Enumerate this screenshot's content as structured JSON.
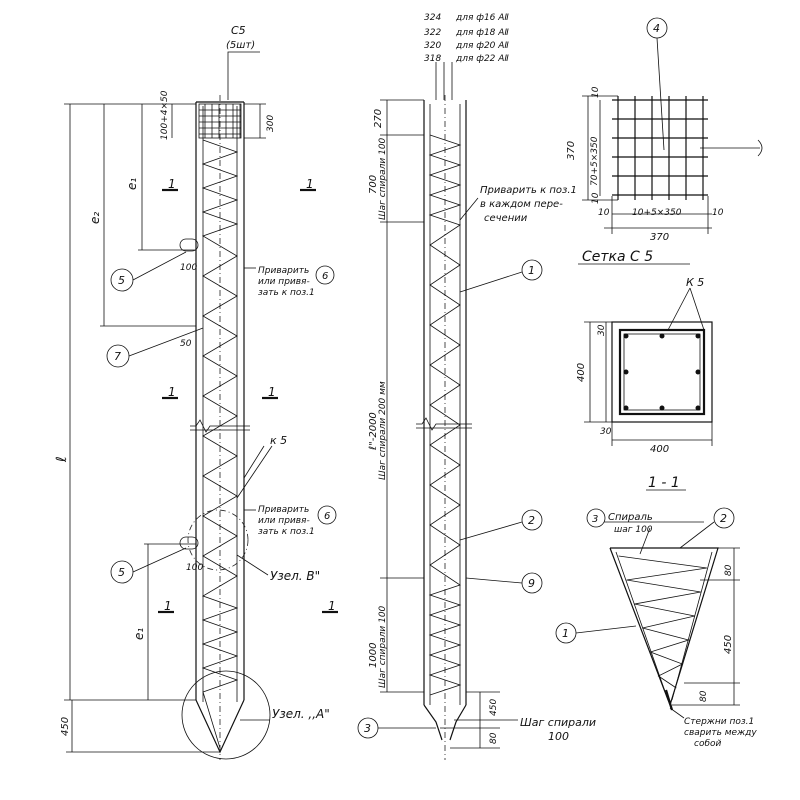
{
  "pile_left": {
    "top_label_c5": "C5",
    "top_label_qty": "(5шт)",
    "dim_top_mesh": "100+4×50",
    "dim_300": "300",
    "dim_l": "ℓ",
    "dim_e1_upper": "e₁",
    "dim_e2": "e₂",
    "dim_e1_lower": "e₁",
    "dim_450": "450",
    "dim_100_upper": "100",
    "dim_50": "50",
    "dim_100_lower": "100",
    "section_mark": "1",
    "weld_note_1": "Приварить",
    "weld_note_2": "или привя-",
    "weld_note_3": "зать к поз.1",
    "weld_note_b1": "Приварить",
    "weld_note_b2": "или привя-",
    "weld_note_b3": "зать к поз.1",
    "k5_label": "к 5",
    "node_b": "Узел. В\"",
    "node_a": "Узел. ,,А\"",
    "pos_5": "5",
    "pos_6": "6",
    "pos_7": "7"
  },
  "pile_mid": {
    "rebar_1": "324",
    "rebar_1_note": "для ф16 АⅡ",
    "rebar_2": "322",
    "rebar_2_note": "для ф18 АⅡ",
    "rebar_3": "320",
    "rebar_3_note": "для ф20 АⅡ",
    "rebar_4": "318",
    "rebar_4_note": "для ф22 АⅡ",
    "dim_270": "270",
    "dim_700": "700",
    "dim_700_note": "Шаг спирали 100",
    "dim_l2000": "ℓ\"-2000",
    "dim_l2000_note": "Шаг спирали 200 мм",
    "dim_1000": "1000",
    "dim_1000_note": "Шаг спирали 100",
    "dim_450": "450",
    "dim_80": "80",
    "weld_note_1": "Приварить к поз.1",
    "weld_note_2": "в каждом пере-",
    "weld_note_3": "сечении",
    "spiral_note_1": "Шаг спирали",
    "spiral_note_2": "100",
    "pos_1": "1",
    "pos_2": "2",
    "pos_9": "9",
    "pos_3": "3"
  },
  "mesh": {
    "pos_4": "4",
    "dim_370_v": "370",
    "dim_7x5": "70+5×350",
    "dim_10_top": "10",
    "dim_10_bot": "10",
    "dim_10_l": "10",
    "dim_10x5": "10+5×350",
    "dim_10_r": "10",
    "dim_370_h": "370",
    "title": "Сетка С 5"
  },
  "section": {
    "k5_label": "К 5",
    "dim_30_top": "30",
    "dim_400_v": "400",
    "dim_30_bot": "30",
    "dim_400_h": "400",
    "title": "1 - 1"
  },
  "tip": {
    "pos_3": "3",
    "spiral_label": "Спираль",
    "spiral_pitch": "шаг 100",
    "pos_2": "2",
    "pos_1": "1",
    "dim_80_top": "80",
    "dim_450": "450",
    "dim_80_bot": "80",
    "note_1": "Стержни поз.1",
    "note_2": "сварить между",
    "note_3": "собой"
  }
}
